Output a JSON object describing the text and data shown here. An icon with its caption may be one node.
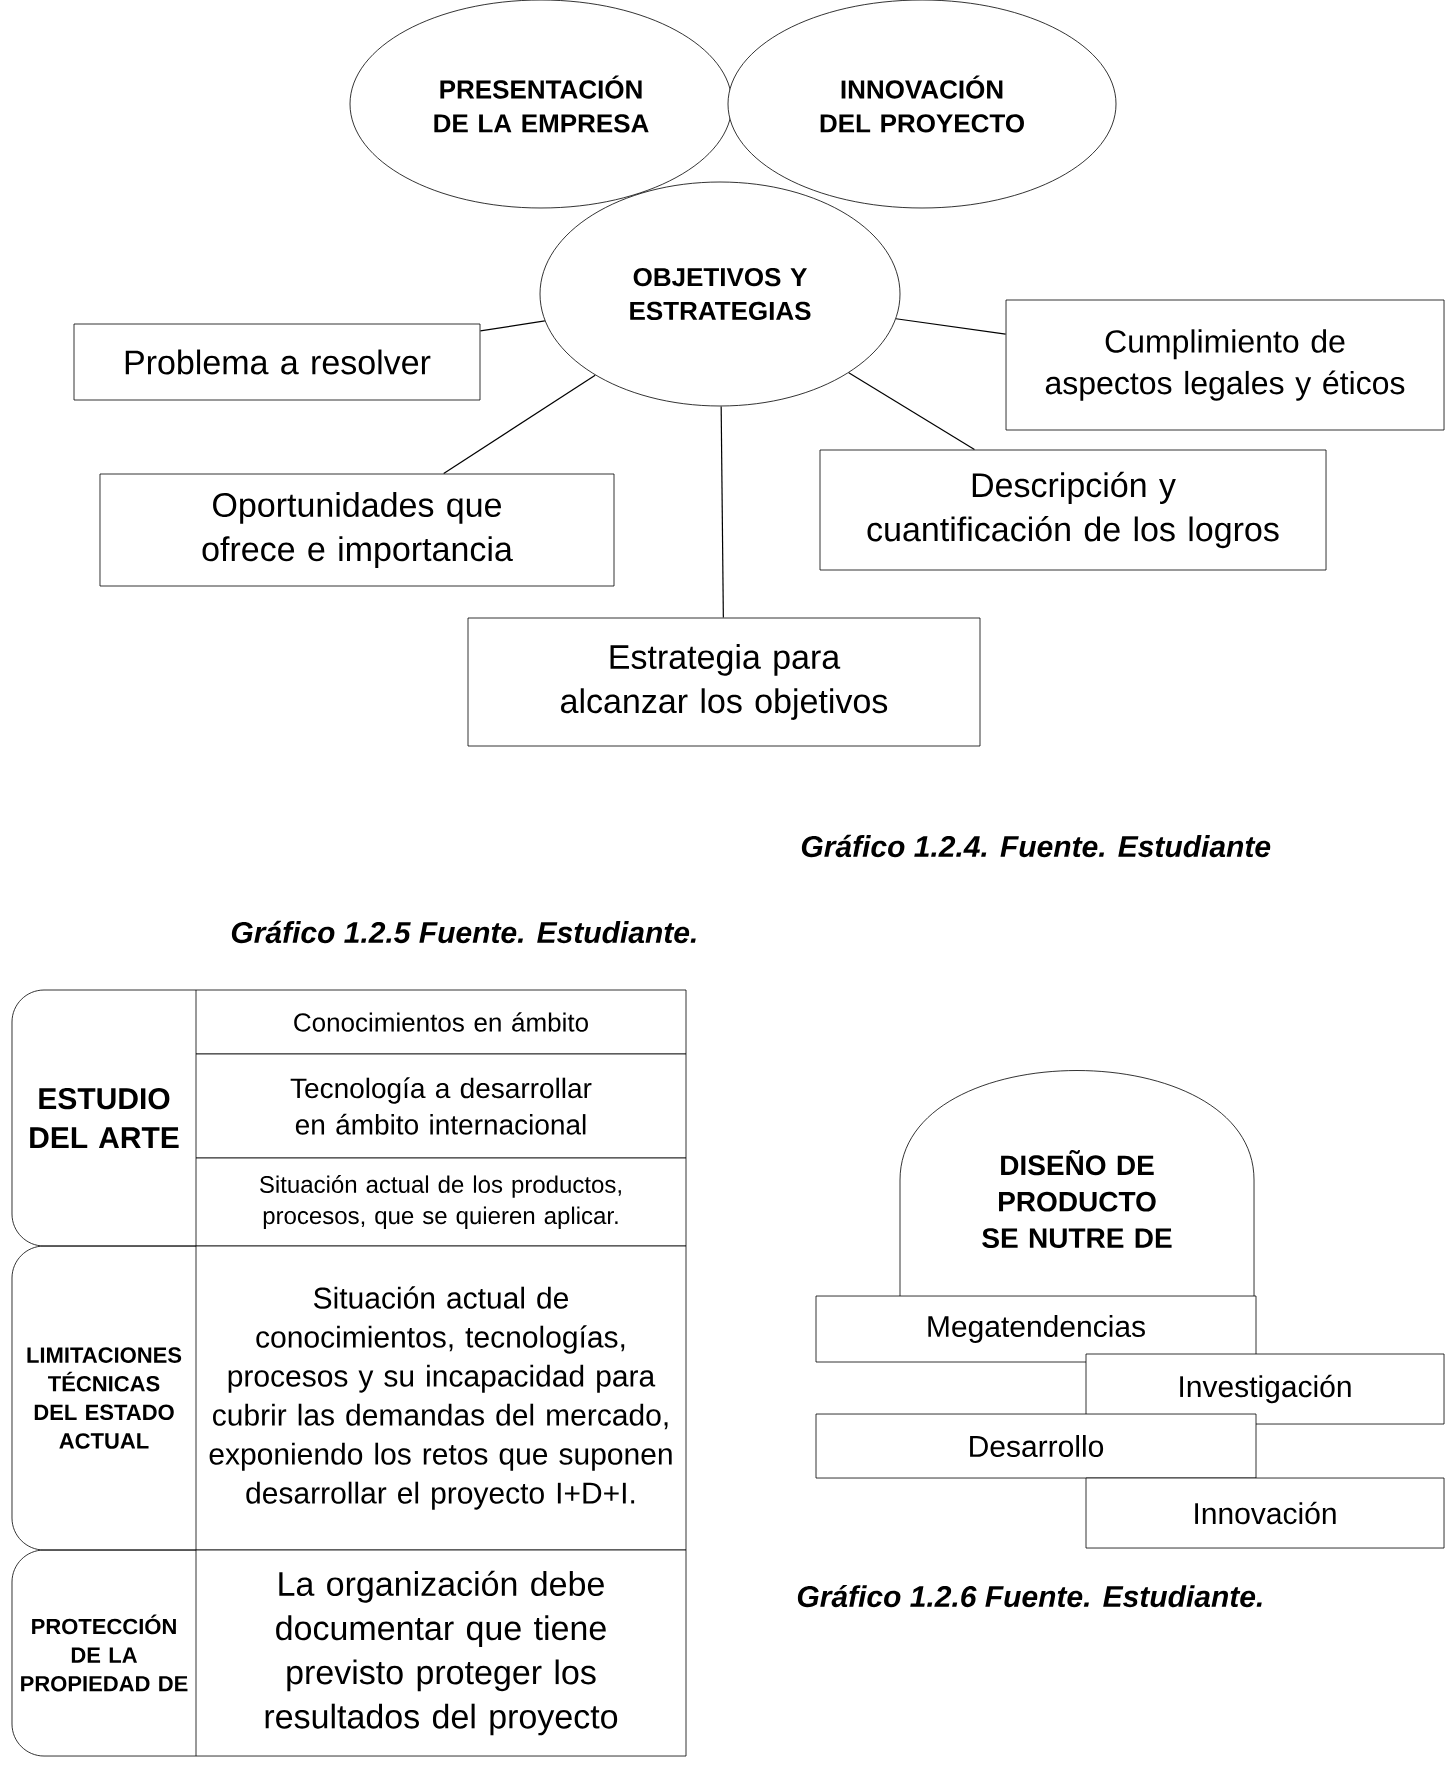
{
  "diagram": {
    "nodes": [
      {
        "text": [
          "PRESENTACIÓN DE LA EMPRESA"
        ]
      },
      {
        "text": [
          "INNOVACIÓN DEL PROYECTO"
        ]
      },
      {
        "text": [
          "OBJETIVOS Y ESTRATEGIAS"
        ]
      },
      {
        "text": [
          "Problema a resolver"
        ]
      },
      {
        "text": [
          "Cumplimiento de aspectos legales y éticos"
        ]
      },
      {
        "text": [
          "Oportunidades que ofrece e importancia"
        ]
      },
      {
        "text": [
          "Descripción y cuantificación de los logros"
        ]
      },
      {
        "text": [
          "Estrategia para alcanzar los objetivos"
        ]
      },
      {
        "text": [
          "ESTUDIO DEL ARTE"
        ]
      },
      {
        "text": [
          "Conocimientos en ámbito"
        ]
      },
      {
        "text": [
          "Tecnología a desarrollar en ámbito internacional"
        ]
      },
      {
        "text": [
          "Situación actual de los productos, procesos, que se quieren aplicar."
        ]
      },
      {
        "text": [
          "LIMITACIONES TÉCNICAS DEL ESTADO ACTUAL"
        ]
      },
      {
        "text": [
          "Situación actual de conocimientos, tecnologías, procesos y su incapacidad para cubrir las demandas del mercado, exponiendo los retos que suponen desarrollar el proyecto I+D+I."
        ]
      },
      {
        "text": [
          "PROTECCIÓN DE LA PROPIEDAD DE"
        ]
      },
      {
        "text": [
          "La organización debe documentar que tiene previsto proteger los resultados del proyecto"
        ]
      },
      {
        "text": [
          "DISEÑO DE PRODUCTO SE NUTRE DE"
        ]
      },
      {
        "text": [
          "Megatendencias"
        ]
      },
      {
        "text": [
          "Investigación"
        ]
      },
      {
        "text": [
          "Desarrollo"
        ]
      },
      {
        "text": [
          "Innovación"
        ]
      }
    ],
    "edges": [
      {
        "from": 2,
        "to": 3,
        "arrow": "none"
      },
      {
        "from": 2,
        "to": 5,
        "arrow": "none"
      },
      {
        "from": 2,
        "to": 7,
        "arrow": "none"
      },
      {
        "from": 2,
        "to": 6,
        "arrow": "none"
      },
      {
        "from": 2,
        "to": 4,
        "arrow": "none"
      }
    ],
    "labels": [
      "Gráfico 1.2.4. Fuente. Estudiante",
      "Gráfico 1.2.5 Fuente. Estudiante.",
      "Gráfico 1.2.6 Fuente. Estudiante."
    ]
  }
}
